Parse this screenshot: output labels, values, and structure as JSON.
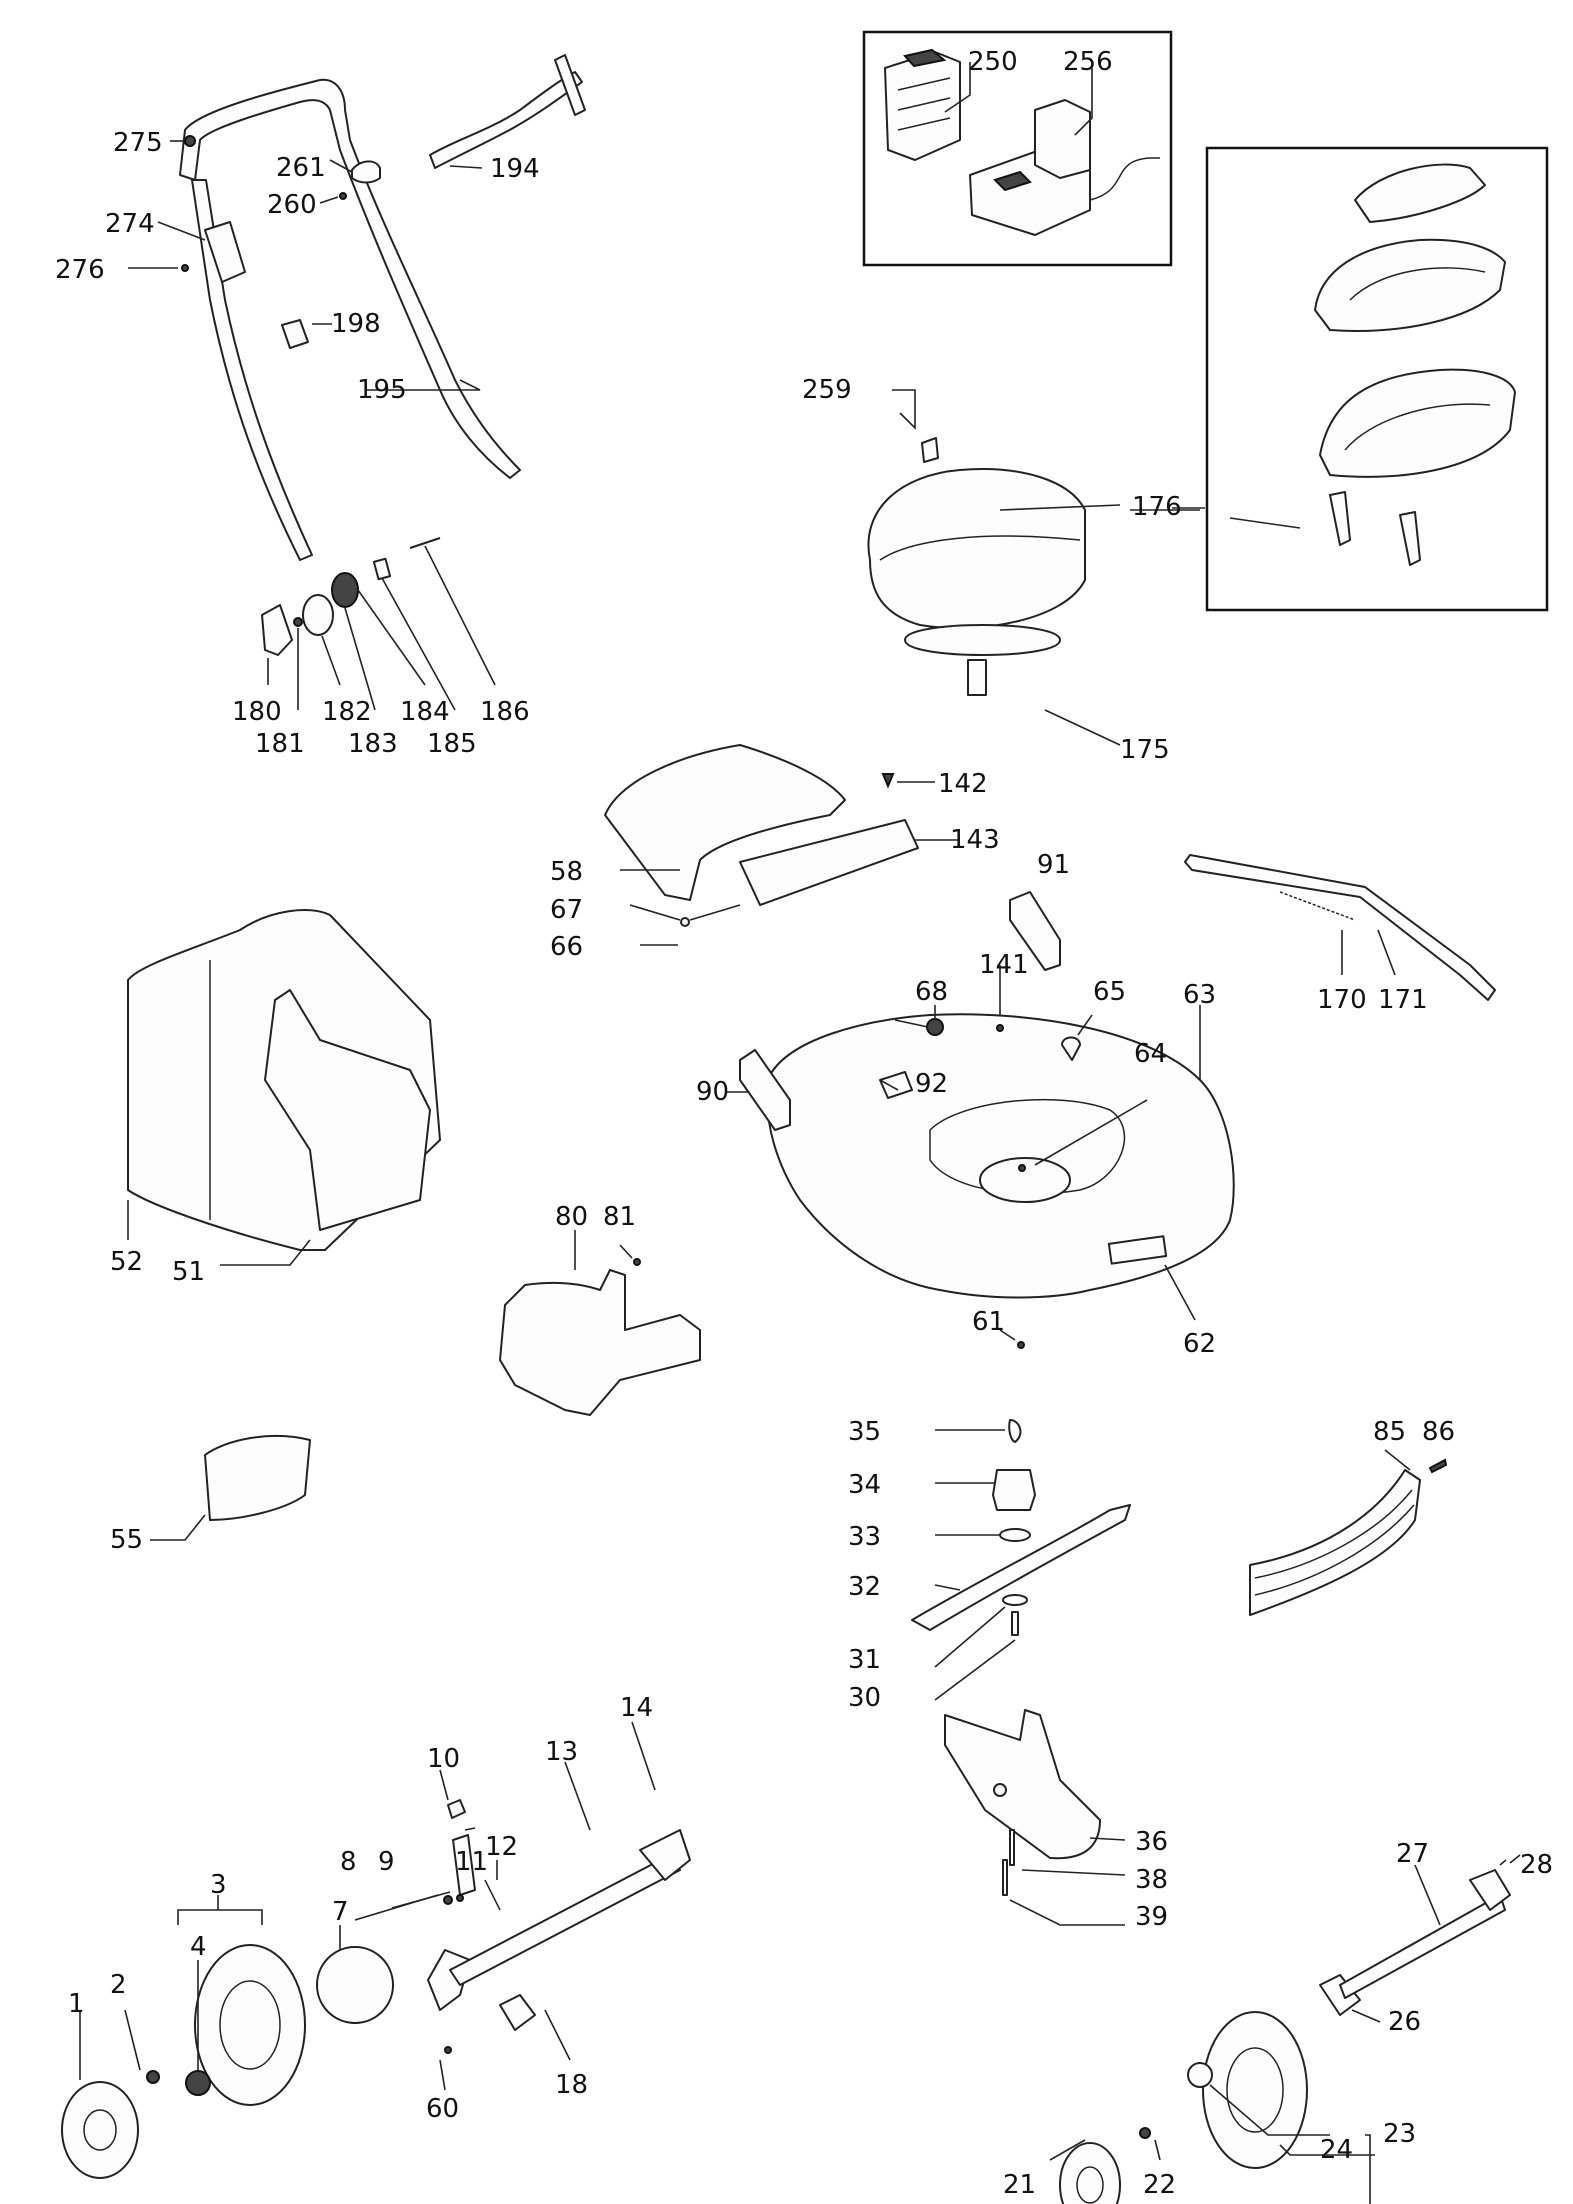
{
  "labels": {
    "p1": "1",
    "p2": "2",
    "p3": "3",
    "p4": "4",
    "p7": "7",
    "p8": "8",
    "p9": "9",
    "p10": "10",
    "p11": "11",
    "p12": "12",
    "p13": "13",
    "p14": "14",
    "p18": "18",
    "p21": "21",
    "p22": "22",
    "p23": "23",
    "p24": "24",
    "p26": "26",
    "p27": "27",
    "p28": "28",
    "p30": "30",
    "p31": "31",
    "p32": "32",
    "p33": "33",
    "p34": "34",
    "p35": "35",
    "p36": "36",
    "p38": "38",
    "p39": "39",
    "p51": "51",
    "p52": "52",
    "p55": "55",
    "p58": "58",
    "p60": "60",
    "p61": "61",
    "p62": "62",
    "p63": "63",
    "p64": "64",
    "p65": "65",
    "p66": "66",
    "p67": "67",
    "p68": "68",
    "p80": "80",
    "p81": "81",
    "p85": "85",
    "p86": "86",
    "p90": "90",
    "p91": "91",
    "p92": "92",
    "p141": "141",
    "p142": "142",
    "p143": "143",
    "p170": "170",
    "p171": "171",
    "p175": "175",
    "p176": "176",
    "p180": "180",
    "p181": "181",
    "p182": "182",
    "p183": "183",
    "p184": "184",
    "p185": "185",
    "p186": "186",
    "p194": "194",
    "p195": "195",
    "p198": "198",
    "p250": "250",
    "p256": "256",
    "p259": "259",
    "p260": "260",
    "p261": "261",
    "p274": "274",
    "p275": "275",
    "p276": "276"
  }
}
